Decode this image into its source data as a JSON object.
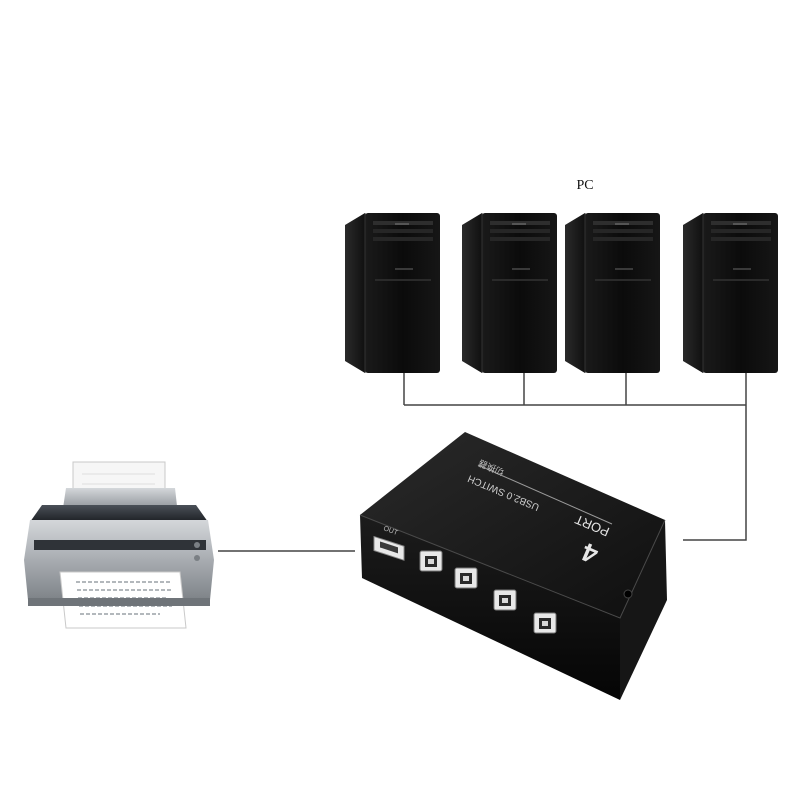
{
  "diagram": {
    "pc_label": "PC",
    "switch": {
      "port_count": "4",
      "port_word": "PORT",
      "model": "USB2.0 SWITCH",
      "chinese_label": "切换器",
      "output_label": "OUT",
      "input_port_count": 4
    },
    "printer": {
      "name": "printer-icon"
    },
    "computers": [
      {
        "name": "pc-tower-icon"
      },
      {
        "name": "pc-tower-icon"
      },
      {
        "name": "pc-tower-icon"
      },
      {
        "name": "pc-tower-icon"
      }
    ],
    "colors": {
      "case": "#111111",
      "case_edge": "#3a3a3a",
      "line": "#444444",
      "printer_body": "#b9bcc0",
      "printer_dark": "#2b2e33"
    }
  }
}
